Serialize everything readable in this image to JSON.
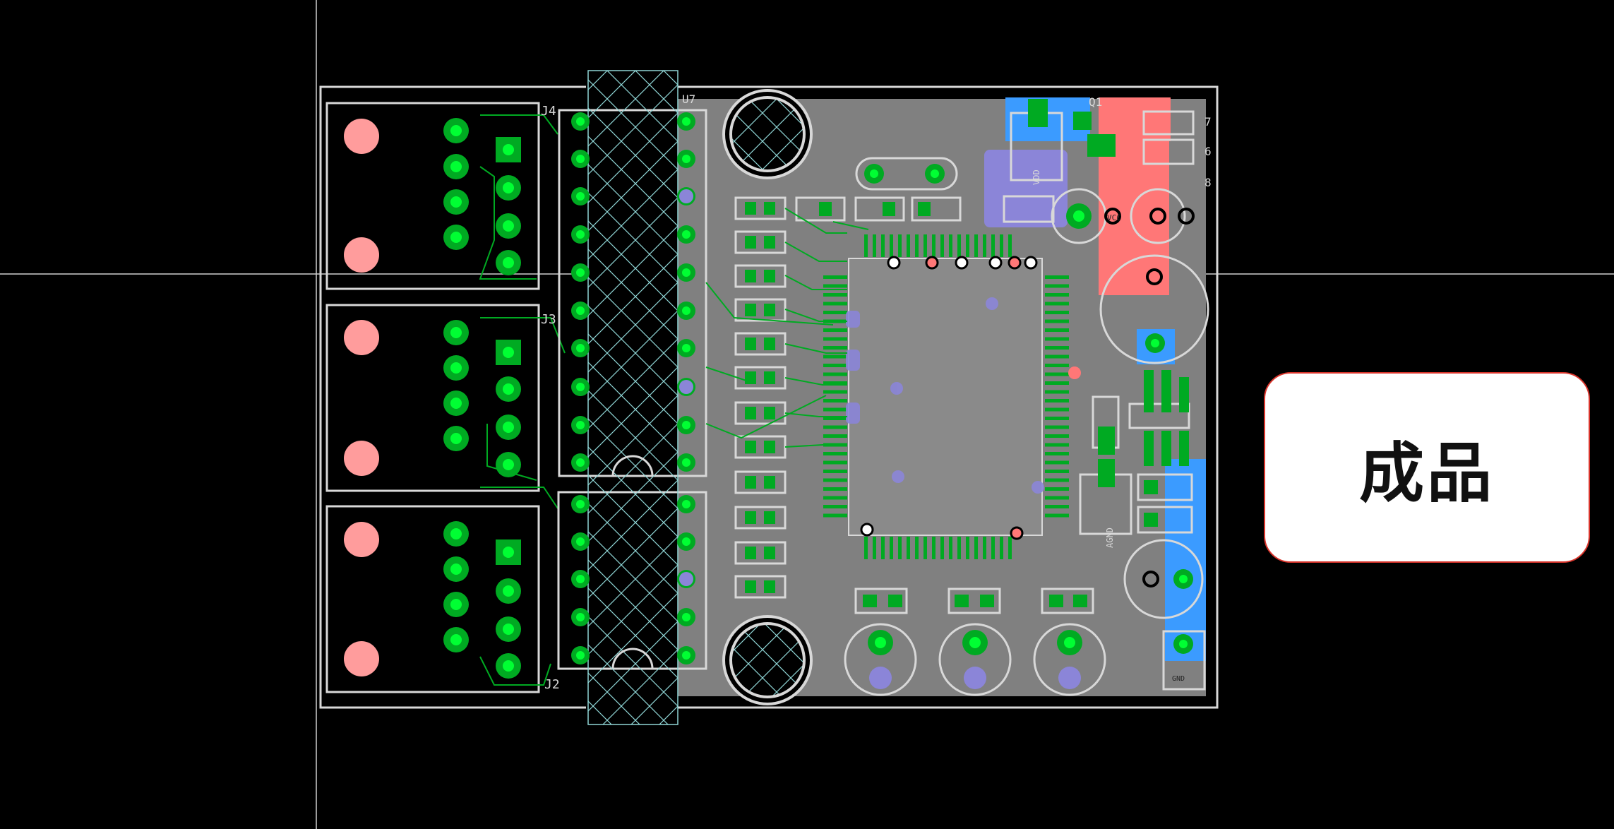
{
  "board": {
    "connectors": [
      {
        "ref": "J4"
      },
      {
        "ref": "J3"
      },
      {
        "ref": "J2"
      }
    ],
    "header_ref": "U7",
    "transistor_ref": "Q1",
    "edge_numbers": [
      "7",
      "6",
      "8"
    ],
    "net_labels": {
      "vdd": "VDD",
      "vcc": "VCC",
      "gnd": "GND",
      "agnd": "AGND"
    }
  },
  "overlay": {
    "label": "成品"
  },
  "colors": {
    "background": "#000000",
    "board": "#808080",
    "copper_pad": "#00aa22",
    "pad_center": "#00ff33",
    "outline": "#d8d8d8",
    "via_pink": "#ff7777",
    "net_blue": "#3b9bff",
    "net_purple": "#8b85d8",
    "overlay_border": "#d9342b"
  }
}
